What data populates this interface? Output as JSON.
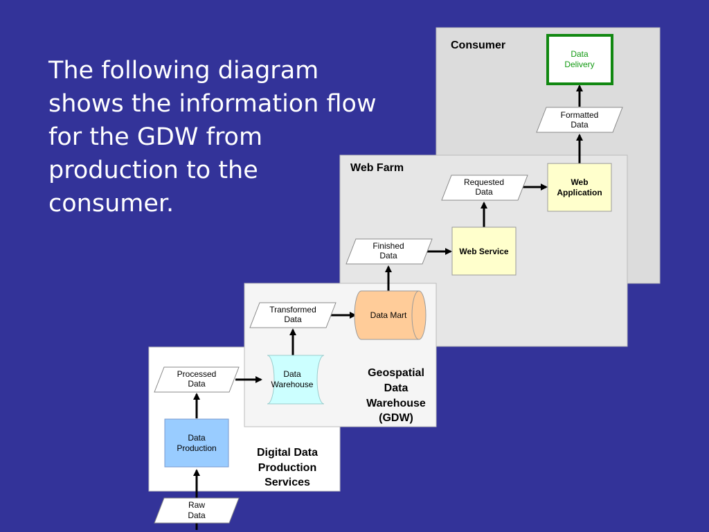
{
  "intro_lines": [
    "The following diagram",
    "shows the information flow",
    "for the GDW from",
    "production to the",
    "consumer."
  ],
  "panels": {
    "consumer": {
      "title": "Consumer",
      "color": "#dcdcdc"
    },
    "web_farm": {
      "title": "Web Farm",
      "color": "#e6e6e6"
    },
    "gdw": {
      "title_lines": [
        "Geospatial",
        "Data",
        "Warehouse",
        "(GDW)"
      ],
      "color": "#f5f5f5"
    },
    "ddps": {
      "title_lines": [
        "Digital Data",
        "Production",
        "Services"
      ],
      "color": "#ffffff"
    }
  },
  "nodes": {
    "data_delivery": [
      "Data",
      "Delivery"
    ],
    "formatted_data": [
      "Formatted",
      "Data"
    ],
    "web_application": [
      "Web",
      "Application"
    ],
    "requested_data": [
      "Requested",
      "Data"
    ],
    "web_service": [
      "Web Service"
    ],
    "finished_data": [
      "Finished",
      "Data"
    ],
    "data_mart": [
      "Data Mart"
    ],
    "transformed_data": [
      "Transformed",
      "Data"
    ],
    "data_warehouse": [
      "Data",
      "Warehouse"
    ],
    "processed_data": [
      "Processed",
      "Data"
    ],
    "data_production": [
      "Data",
      "Production"
    ],
    "raw_data": [
      "Raw",
      "Data"
    ]
  },
  "colors": {
    "background": "#333399",
    "data_delivery_border": "#118811",
    "web_yellow": "#ffffcc",
    "data_mart_orange": "#ffcc99",
    "data_warehouse_cyan": "#ccffff",
    "data_production_blue": "#99ccff"
  }
}
